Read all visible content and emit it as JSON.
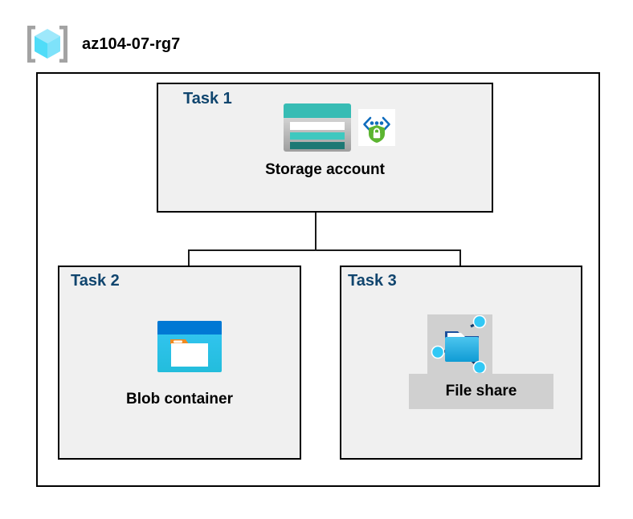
{
  "header": {
    "title": "az104-07-rg7",
    "icon": "resource-group-icon"
  },
  "diagram": {
    "type": "azure-architecture",
    "container_name": "az104-07-rg7",
    "tasks": [
      {
        "id": "task1",
        "label": "Task 1",
        "node_label": "Storage account",
        "icons": [
          "storage-account-icon",
          "private-endpoint-icon"
        ],
        "highlighted": false
      },
      {
        "id": "task2",
        "label": "Task 2",
        "node_label": "Blob container",
        "icons": [
          "blob-container-icon"
        ],
        "highlighted": false
      },
      {
        "id": "task3",
        "label": "Task 3",
        "node_label": "File share",
        "icons": [
          "file-share-icon"
        ],
        "highlighted": true
      }
    ],
    "connections": [
      {
        "from": "Storage account",
        "to": "Blob container"
      },
      {
        "from": "Storage account",
        "to": "File share"
      }
    ]
  },
  "colors": {
    "task_label": "#10456e",
    "box_fill": "#f0f0f0",
    "box_border": "#000000",
    "page_background": "#ffffff",
    "highlight_plate": "#d0d0d0",
    "connector": "#1a1a1a",
    "storage_teal": "#37bcb4",
    "storage_teal_dark": "#1d7874",
    "blob_blue": "#0078d4",
    "blob_cyan": "#32c8f0",
    "blob_tab_orange": "#f08a22",
    "fileshare_blue": "#32b0e7",
    "endpoint_green": "#5cb531",
    "endpoint_blue": "#0f6cbd",
    "rg_cube_cyan": "#9ee8fb",
    "rg_bracket_gray": "#a0a0a0"
  }
}
